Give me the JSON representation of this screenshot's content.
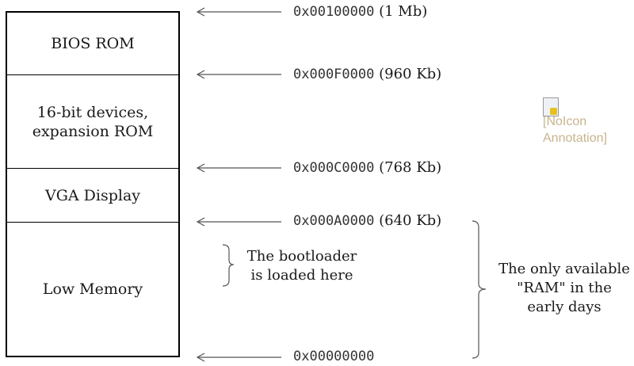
{
  "regions": [
    {
      "label": "BIOS ROM"
    },
    {
      "label": "16-bit devices,\nexpansion ROM"
    },
    {
      "label": "VGA Display"
    },
    {
      "label": "Low Memory"
    }
  ],
  "addresses": [
    {
      "hex": "0x00100000",
      "size": "(1 Mb)"
    },
    {
      "hex": "0x000F0000",
      "size": "(960 Kb)"
    },
    {
      "hex": "0x000C0000",
      "size": "(768 Kb)"
    },
    {
      "hex": "0x000A0000",
      "size": "(640 Kb)"
    },
    {
      "hex": "0x00000000",
      "size": ""
    }
  ],
  "notes": {
    "bootloader": "The bootloader\nis loaded here",
    "ram": "The only available\n\"RAM\" in the\nearly days"
  },
  "broken_image": {
    "alt_text": "[NoIcon\nAnnotation]"
  }
}
